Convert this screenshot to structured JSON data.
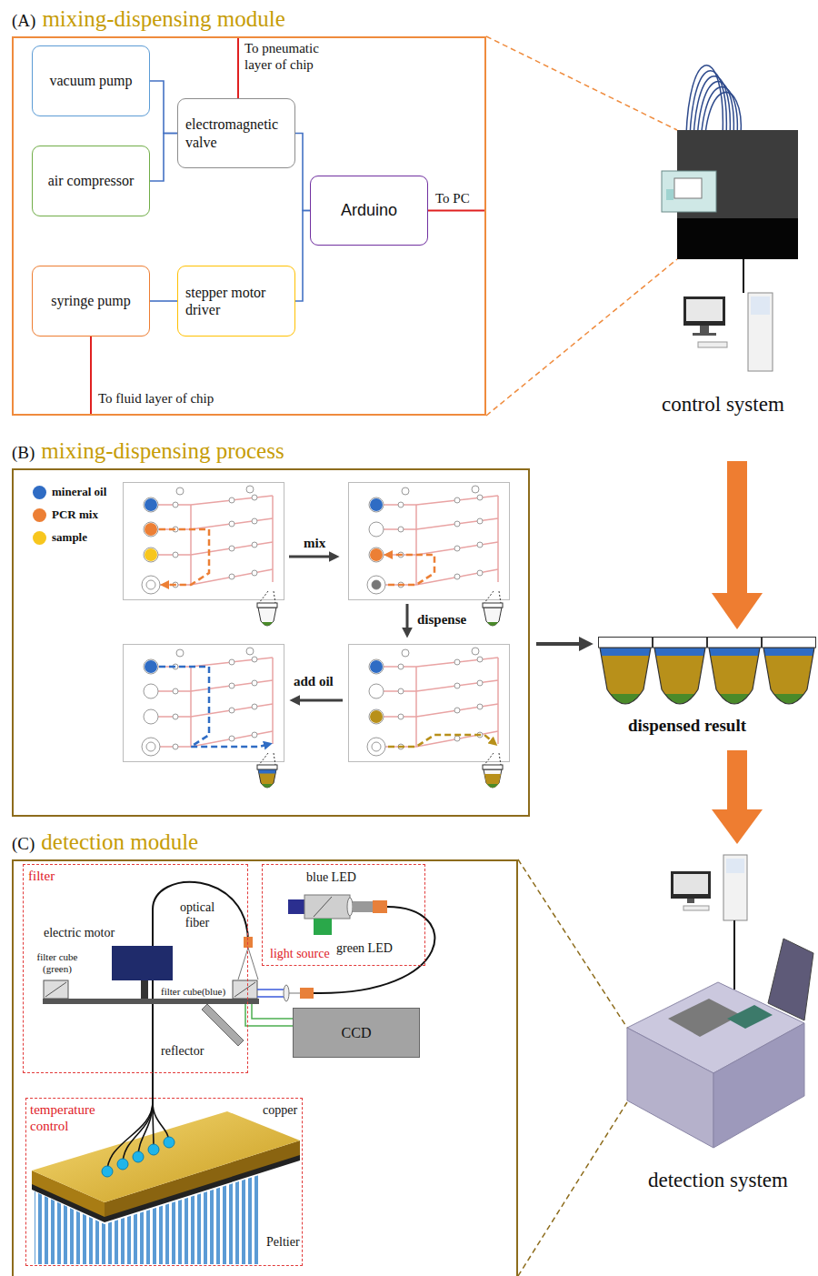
{
  "diagram": {
    "nodes": [
      {
        "text": [
          "(A)",
          "mixing-dispensing module"
        ]
      },
      {
        "text": [
          "vacuum pump"
        ],
        "in": 0
      },
      {
        "text": [
          "electromagnetic valve"
        ],
        "in": 0
      },
      {
        "text": [
          "air compressor"
        ],
        "in": 0
      },
      {
        "text": [
          "Arduino"
        ],
        "in": 0
      },
      {
        "text": [
          "syringe pump"
        ],
        "in": 0
      },
      {
        "text": [
          "stepper motor driver"
        ],
        "in": 0
      },
      {
        "text": [
          "(B)",
          "mixing-dispensing process"
        ]
      },
      {
        "text": [
          "(C)",
          "detection module"
        ]
      },
      {
        "text": [
          "filter"
        ],
        "in": 8
      },
      {
        "text": [
          "light source"
        ],
        "in": 8
      },
      {
        "text": [
          "CCD"
        ],
        "in": 8
      },
      {
        "text": [
          "temperature control"
        ],
        "in": 8
      }
    ],
    "edges": [
      {
        "from": 1,
        "to": 2,
        "arrow": "none"
      },
      {
        "from": 3,
        "to": 2,
        "arrow": "none"
      },
      {
        "from": 2,
        "to": 4,
        "arrow": "none"
      },
      {
        "from": 6,
        "to": 4,
        "arrow": "none"
      },
      {
        "from": 5,
        "to": 6,
        "arrow": "none"
      }
    ],
    "labels": [
      "To pneumatic layer of chip",
      "To PC",
      "To fluid layer of chip",
      "control system",
      "mix",
      "dispense",
      "add oil",
      "dispensed result",
      "blue LED",
      "green LED",
      "optical fiber",
      "electric motor",
      "filter cube (green)",
      "filter cube(blue)",
      "reflector",
      "copper",
      "Peltier",
      "detection system"
    ],
    "legend": [
      {
        "text": "mineral oil",
        "color": "#2f6cc4"
      },
      {
        "text": "PCR mix",
        "color": "#ec7f35"
      },
      {
        "text": "sample",
        "color": "#f7c61e"
      }
    ]
  }
}
